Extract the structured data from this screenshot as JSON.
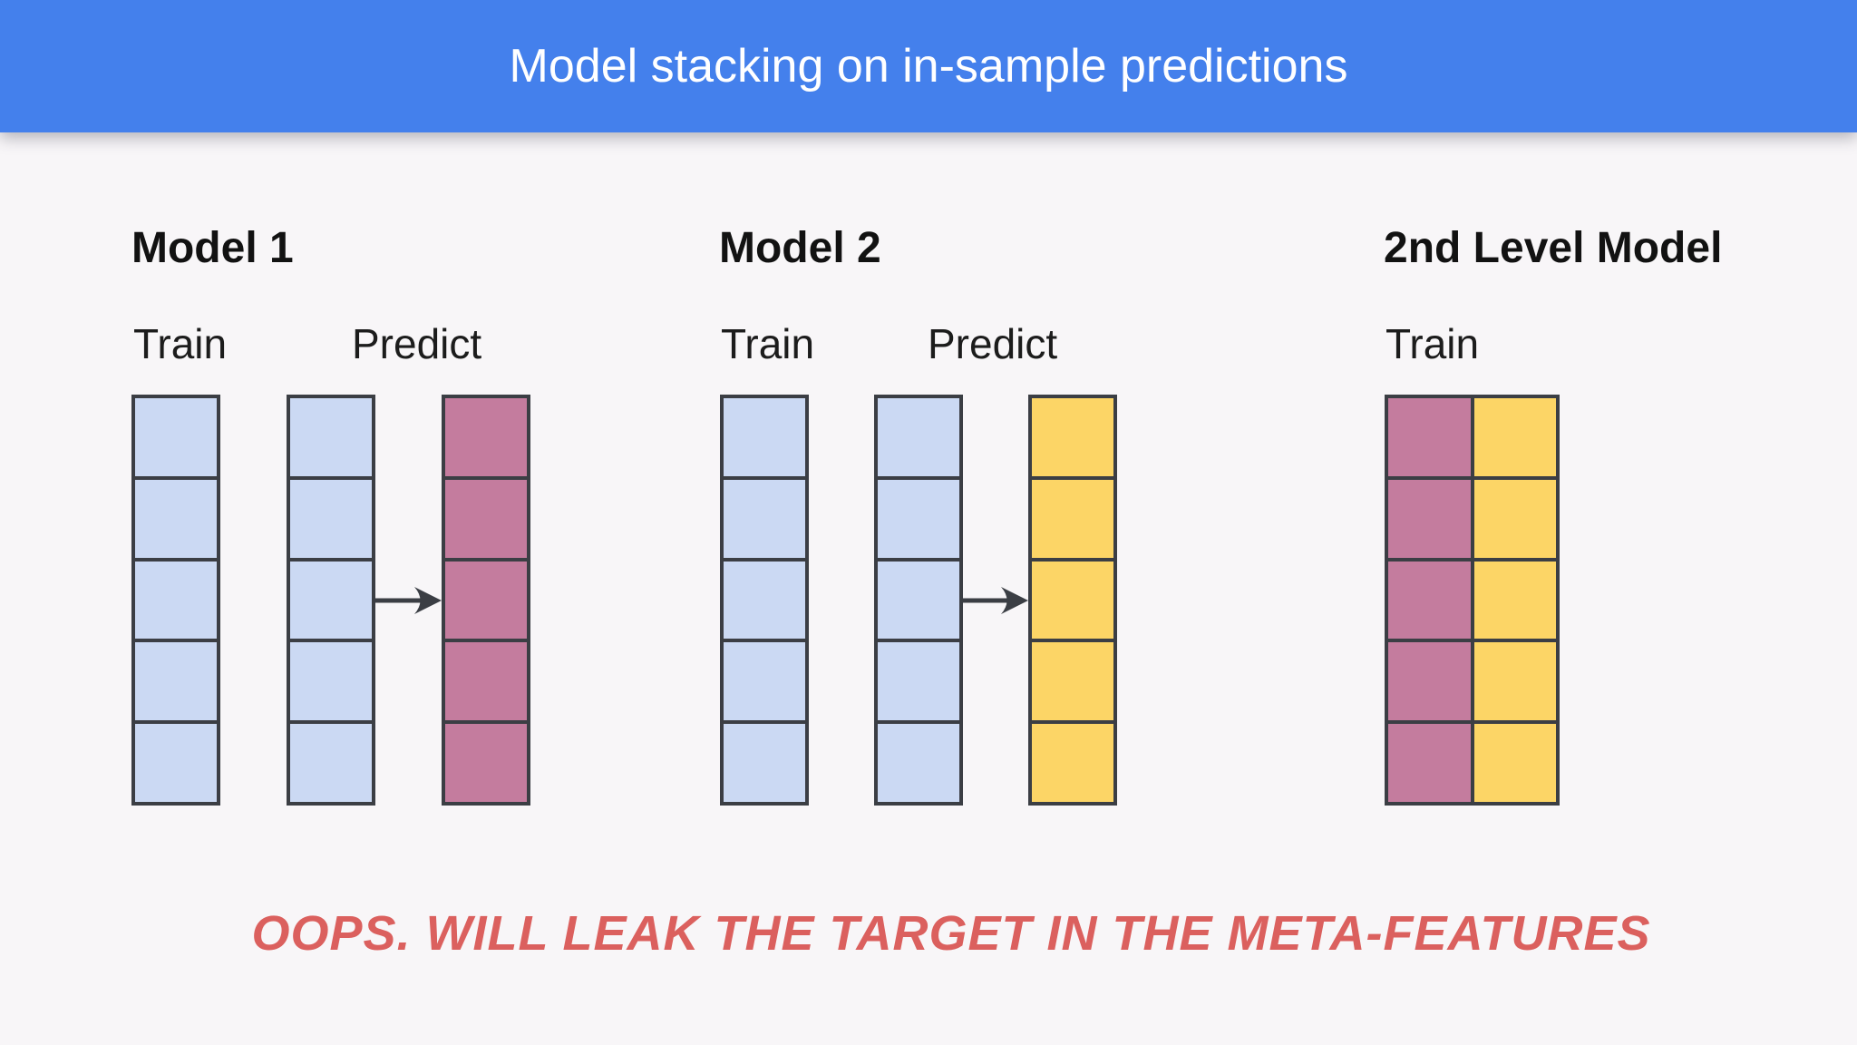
{
  "header": {
    "title": "Model stacking on in-sample predictions"
  },
  "colors": {
    "header-bg": "#4480EC",
    "header-text": "#FFFFFF",
    "page-bg": "#F8F6F8",
    "cell-blue": "#CBD9F3",
    "cell-pink": "#C47C9E",
    "cell-yellow": "#FCD566",
    "cell-border": "#3B3E44",
    "arrow": "#3B3E44",
    "heading-text": "#121212",
    "label-text": "#1C1C1C",
    "annotation-red": "#DB605E"
  },
  "diagram": {
    "rows": 5,
    "sections": [
      {
        "heading": "Model 1",
        "train_label": "Train",
        "predict_label": "Predict",
        "columns": [
          {
            "name": "train-data",
            "color_role": "blue"
          },
          {
            "name": "predict-input",
            "color_role": "blue"
          },
          {
            "name": "in-sample-predictions",
            "color_role": "pink"
          }
        ]
      },
      {
        "heading": "Model 2",
        "train_label": "Train",
        "predict_label": "Predict",
        "columns": [
          {
            "name": "train-data",
            "color_role": "blue"
          },
          {
            "name": "predict-input",
            "color_role": "blue"
          },
          {
            "name": "in-sample-predictions",
            "color_role": "yellow"
          }
        ]
      },
      {
        "heading": "2nd Level Model",
        "train_label": "Train",
        "columns": [
          {
            "name": "meta-feature-model1-predictions",
            "color_role": "pink"
          },
          {
            "name": "meta-feature-model2-predictions",
            "color_role": "yellow"
          }
        ]
      }
    ]
  },
  "annotation": {
    "text": "OOPS. WILL LEAK THE TARGET IN THE META-FEATURES"
  }
}
